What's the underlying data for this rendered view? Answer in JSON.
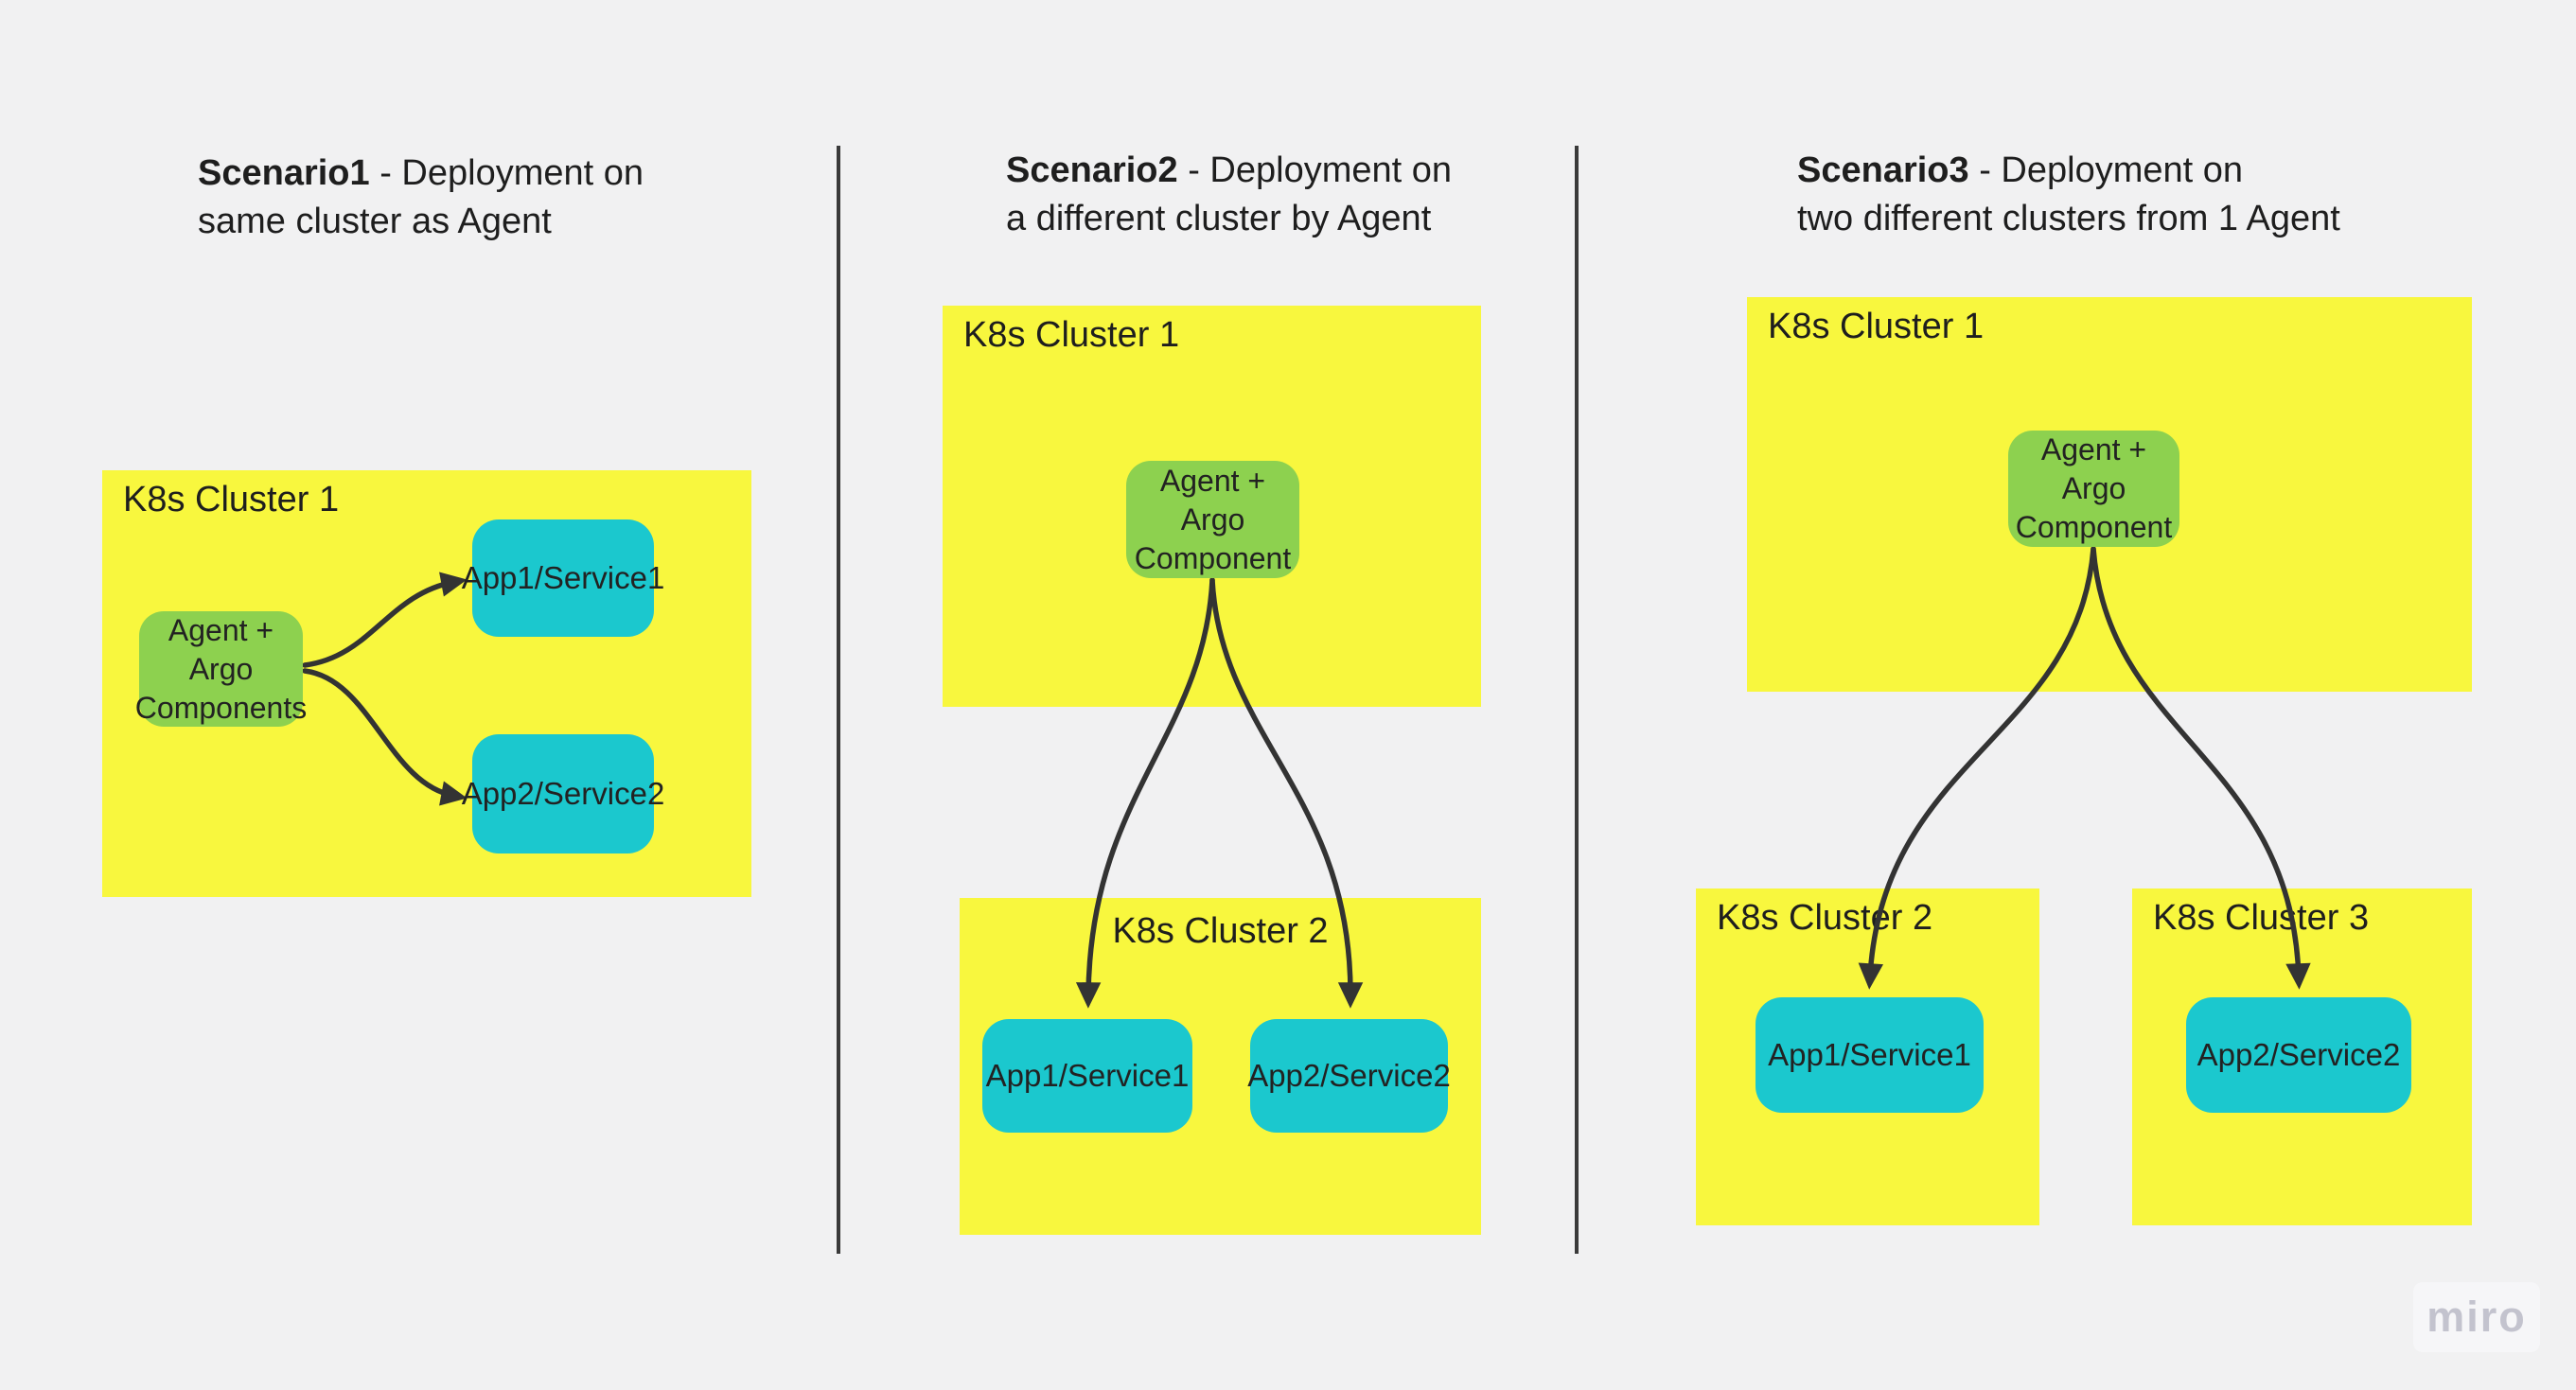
{
  "board": {
    "background": "#F1F1F2",
    "watermark": "miro"
  },
  "palette": {
    "cluster_fill": "#F8F73E",
    "agent_fill": "#8DD14F",
    "app_fill": "#1BC8CE",
    "connector_color": "#333333",
    "divider_color": "#3A3A3A",
    "text_color": "#1E1E1E",
    "watermark_color": "#C3C3CE"
  },
  "scenarios": [
    {
      "title": {
        "bold": "Scenario1",
        "rest": " - Deployment on",
        "line2": "same cluster as Agent"
      },
      "clusters": [
        {
          "label": "K8s Cluster 1"
        }
      ],
      "agent": {
        "label": "Agent + Argo\nComponents"
      },
      "apps": [
        {
          "label": "App1/Service1"
        },
        {
          "label": "App2/Service2"
        }
      ]
    },
    {
      "title": {
        "bold": "Scenario2",
        "rest": " - Deployment on",
        "line2": "a different cluster by Agent"
      },
      "clusters": [
        {
          "label": "K8s Cluster 1"
        },
        {
          "label": "K8s Cluster 2"
        }
      ],
      "agent": {
        "label": "Agent +\nArgo\nComponent"
      },
      "apps": [
        {
          "label": "App1/Service1"
        },
        {
          "label": "App2/Service2"
        }
      ]
    },
    {
      "title": {
        "bold": "Scenario3",
        "rest": " - Deployment on",
        "line2": "two different clusters from 1 Agent"
      },
      "clusters": [
        {
          "label": "K8s Cluster 1"
        },
        {
          "label": "K8s Cluster 2"
        },
        {
          "label": "K8s Cluster 3"
        }
      ],
      "agent": {
        "label": "Agent +\nArgo\nComponent"
      },
      "apps": [
        {
          "label": "App1/Service1"
        },
        {
          "label": "App2/Service2"
        }
      ]
    }
  ]
}
